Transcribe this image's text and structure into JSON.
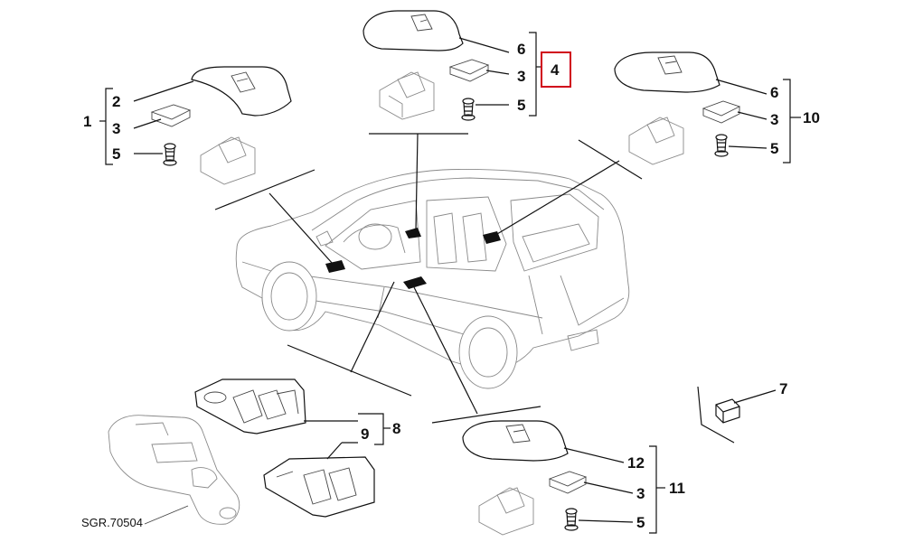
{
  "drawing_ref": "SGR.70504",
  "highlight_color": "#d0021b",
  "groups": {
    "g1": {
      "group": "1",
      "items": [
        "2",
        "3",
        "5"
      ]
    },
    "g4": {
      "group": "4",
      "items": [
        "6",
        "3",
        "5"
      ]
    },
    "g10": {
      "group": "10",
      "items": [
        "6",
        "3",
        "5"
      ]
    },
    "g8": {
      "group": "8",
      "items": [
        "9"
      ]
    },
    "g11": {
      "group": "11",
      "items": [
        "12",
        "3",
        "5"
      ]
    }
  },
  "standalone": {
    "part7": "7"
  }
}
